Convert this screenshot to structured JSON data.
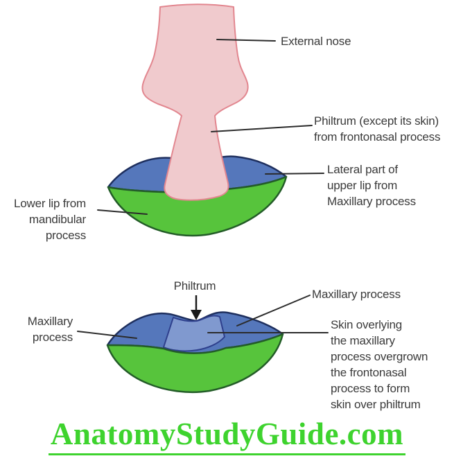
{
  "title": "Development of lips diagram",
  "palette": {
    "nose_fill": "#f0cacd",
    "nose_outline": "#e2868f",
    "maxillary_blue": "#5577bb",
    "blue_outline": "#1e2f5e",
    "philtrum_skin_blue": "#8099cf",
    "philtrum_divider": "#2e3f8c",
    "lower_lip_green": "#57c43c",
    "green_outline": "#235c28",
    "leader_line": "#2b2b2b",
    "label_text": "#3a3a3a",
    "footer_green": "#3ed32e"
  },
  "top_diagram": {
    "labels": {
      "external_nose": "External nose",
      "philtrum_frontonasal": "Philtrum (except its skin)\nfrom frontonasal process",
      "lateral_upper_lip": "Lateral part of\nupper lip from\nMaxillary process",
      "lower_lip": "Lower lip from\nmandibular\nprocess"
    }
  },
  "bottom_diagram": {
    "labels": {
      "philtrum": "Philtrum",
      "maxillary_left": "Maxillary\nprocess",
      "maxillary_right": "Maxillary process",
      "skin_overlying": "Skin overlying\nthe maxillary\nprocess overgrown\nthe frontonasal\nprocess to form\nskin over philtrum"
    }
  },
  "footer": {
    "site_name": "AnatomyStudyGuide.com"
  }
}
